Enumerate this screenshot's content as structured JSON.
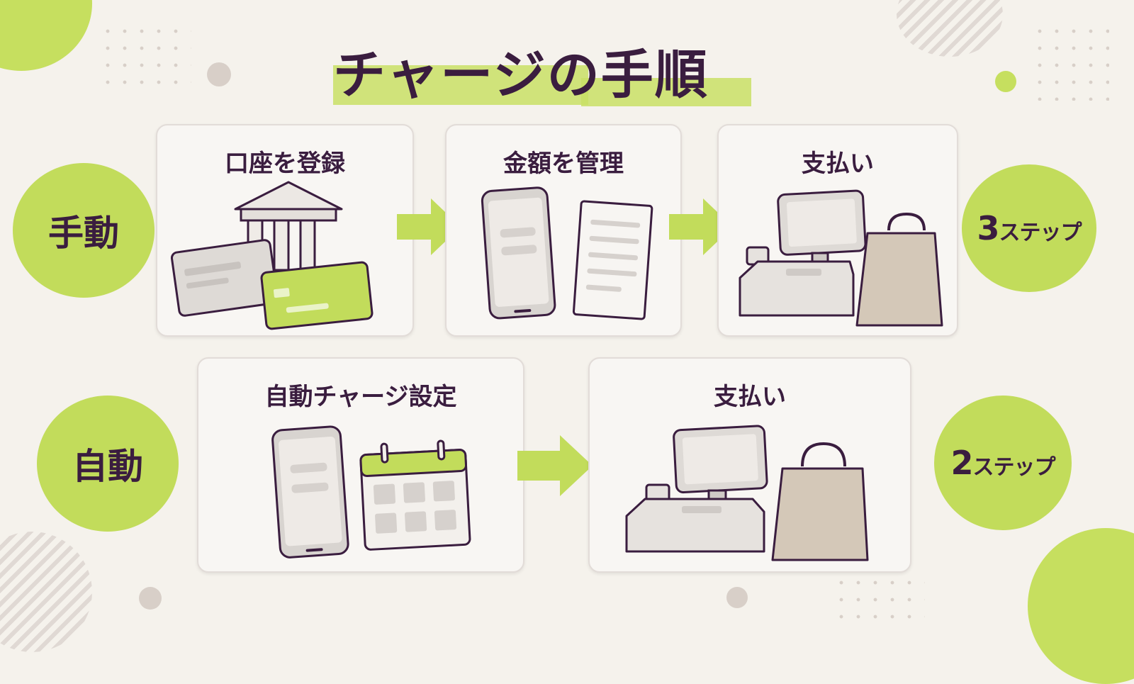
{
  "title": "チャージの手順",
  "colors": {
    "accent": "#c2dc5b",
    "text": "#3a1d3f",
    "background": "#f5f2ec"
  },
  "rows": [
    {
      "label": "手動",
      "step_count": "3",
      "step_unit": "ステップ",
      "steps": [
        {
          "label": "口座を登録",
          "icon": "bank-and-cards-icon"
        },
        {
          "label": "金額を管理",
          "icon": "phone-and-document-icon"
        },
        {
          "label": "支払い",
          "icon": "register-and-bag-icon"
        }
      ]
    },
    {
      "label": "自動",
      "step_count": "2",
      "step_unit": "ステップ",
      "steps": [
        {
          "label": "自動チャージ設定",
          "icon": "phone-and-calendar-icon"
        },
        {
          "label": "支払い",
          "icon": "register-and-bag-icon"
        }
      ]
    }
  ]
}
